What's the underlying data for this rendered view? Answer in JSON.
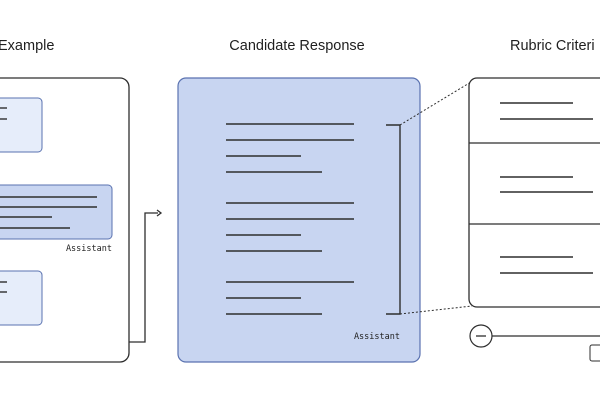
{
  "titles": {
    "left": "Example",
    "center": "Candidate Response",
    "right": "Rubric Criteri"
  },
  "labels": {
    "left_assistant": "Assistant",
    "center_assistant": "Assistant"
  },
  "colors": {
    "response_fill": "#c8d5f1",
    "message_fill": "#e6edfa",
    "stroke": "#2e2e2e",
    "accent_border": "#5a72b0"
  }
}
